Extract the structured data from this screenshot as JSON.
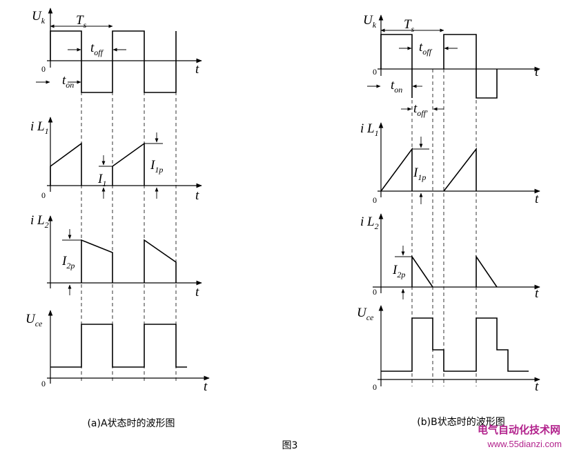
{
  "figure_title": "图3",
  "panel_a": {
    "caption": "(a)A状态时的波形图",
    "labels": {
      "uk": "U",
      "uk_sub": "k",
      "ts": "T",
      "ts_sub": "s",
      "toff": "t",
      "toff_sub": "off",
      "ton": "t",
      "ton_sub": "on",
      "il1": "i L",
      "il1_sub": "1",
      "il2": "i L",
      "il2_sub": "2",
      "i1": "I",
      "i1_sub": "1",
      "i1p": "I",
      "i1p_sub": "1p",
      "i2p": "I",
      "i2p_sub": "2p",
      "uce": "U",
      "uce_sub": "ce",
      "t": "t",
      "zero": "0"
    }
  },
  "panel_b": {
    "caption": "(b)B状态时的波形图",
    "labels": {
      "uk": "U",
      "uk_sub": "k",
      "ts": "T",
      "ts_sub": "s",
      "toff": "t",
      "toff_sub": "off",
      "toff2": "t",
      "toff2_sub": "off'",
      "ton": "t",
      "ton_sub": "on",
      "il1": "i L",
      "il1_sub": "1",
      "il2": "i L",
      "il2_sub": "2",
      "i1p": "I",
      "i1p_sub": "1p",
      "i2p": "I",
      "i2p_sub": "2p",
      "uce": "U",
      "uce_sub": "ce",
      "t": "t",
      "zero": "0"
    }
  },
  "watermark": {
    "line1": "电气自动化技术网",
    "line2": "www.55dianzi.com",
    "color": "#b2228c"
  }
}
